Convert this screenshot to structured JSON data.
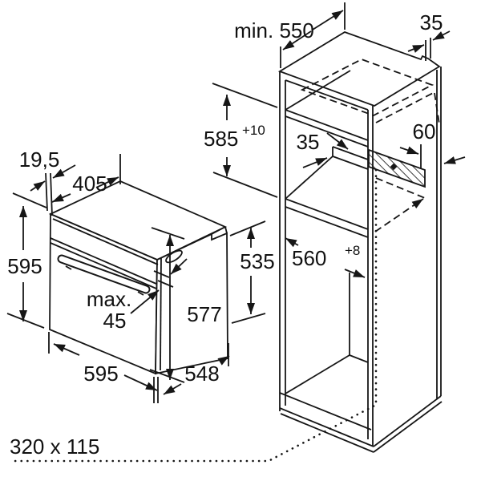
{
  "diagram": {
    "oven": {
      "front_offset": "19,5",
      "top_depth": "405",
      "height": "595",
      "door_thickness_label": "max.",
      "door_thickness_value": "45",
      "body_height": "577",
      "rear_height": "535",
      "width": "595",
      "depth": "548"
    },
    "cabinet": {
      "min_depth": "min. 550",
      "top_rear_gap": "35",
      "niche_height": "585",
      "niche_height_tolerance": "+10",
      "rear_rail_height": "35",
      "vent_gap": "60",
      "niche_width": "560",
      "niche_width_tolerance": "+8"
    },
    "plinth_cutout": "320 x 115",
    "colors": {
      "line": "#161616",
      "background": "#ffffff"
    }
  }
}
